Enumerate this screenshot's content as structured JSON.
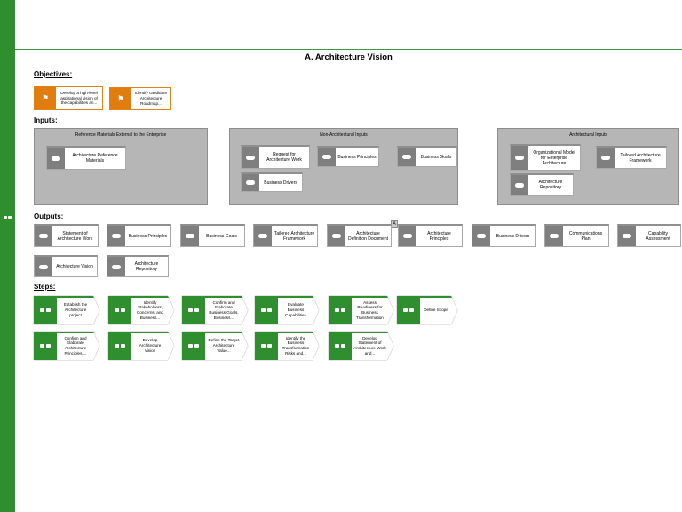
{
  "title": "A. Architecture Vision",
  "colors": {
    "green": "#2f8f2f",
    "orange": "#e07d0e",
    "group_gray": "#b6b6b6",
    "icon_gray": "#7f7f7f"
  },
  "objectives": {
    "label": "Objectives:",
    "items": [
      {
        "label": "Develop a high-level aspirational vision of the capabilities an..."
      },
      {
        "label": "Identify candidate Architecture Roadmap..."
      }
    ]
  },
  "inputs": {
    "label": "Inputs:",
    "groups": [
      {
        "title": "Reference Materials External to the Enterprise",
        "items": [
          {
            "label": "Architecture Reference Materials"
          }
        ]
      },
      {
        "title": "Non-Architectural Inputs",
        "items": [
          {
            "label": "Request for Architecture Work"
          },
          {
            "label": "Business Principles"
          },
          {
            "label": "Business Goals"
          },
          {
            "label": "Business Drivers"
          }
        ]
      },
      {
        "title": "Architectural Inputs",
        "items": [
          {
            "label": "Organizational Model for Enterprise Architecture"
          },
          {
            "label": "Tailored Architecture Framework"
          },
          {
            "label": "Architecture Repository"
          }
        ]
      }
    ]
  },
  "outputs": {
    "label": "Outputs:",
    "marker": "A",
    "items": [
      {
        "label": "Statement of Architecture Work"
      },
      {
        "label": "Business Principles"
      },
      {
        "label": "Business Goals"
      },
      {
        "label": "Tailored Architecture Framework"
      },
      {
        "label": "Architecture Definition Document"
      },
      {
        "label": "Architecture Principles"
      },
      {
        "label": "Business Drivers"
      },
      {
        "label": "Communications Plan"
      },
      {
        "label": "Capability Assessment"
      },
      {
        "label": "Architecture Vision"
      },
      {
        "label": "Architecture Repository"
      }
    ]
  },
  "steps": {
    "label": "Steps:",
    "items": [
      {
        "label": "Establish the Architecture project"
      },
      {
        "label": "Identify Stakeholders, Concerns, and Business..."
      },
      {
        "label": "Confirm and Elaborate Business Goals, Business..."
      },
      {
        "label": "Evaluate Business Capabilities"
      },
      {
        "label": "Assess Readiness for Business Transformation"
      },
      {
        "label": "Define Scope"
      },
      {
        "label": "Confirm and Elaborate Architecture Principles,..."
      },
      {
        "label": "Develop Architecture Vision"
      },
      {
        "label": "Define the Target Architecture Value..."
      },
      {
        "label": "Identify the Business Transformation Risks and..."
      },
      {
        "label": "Develop Statement of Architecture Work and..."
      }
    ]
  }
}
